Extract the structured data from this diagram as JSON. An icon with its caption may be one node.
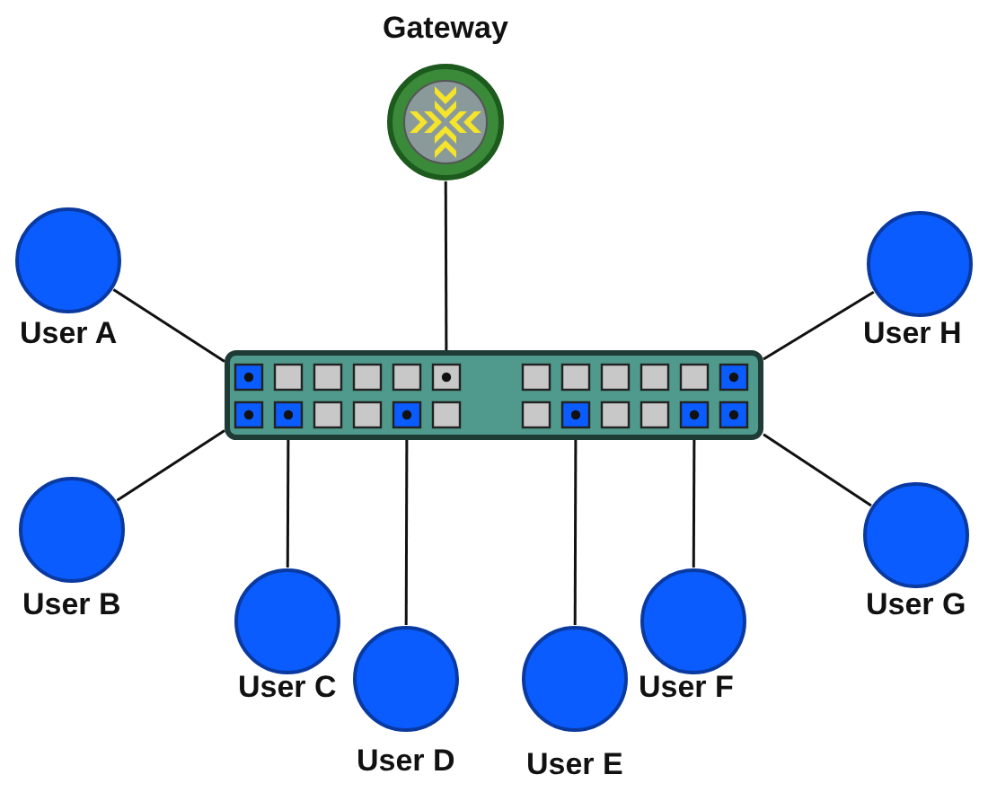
{
  "diagram": {
    "nodes": [
      {
        "text": [
          "Gateway"
        ]
      },
      {
        "text": [],
        "shape": "box"
      },
      {
        "text": [],
        "shape": "circle",
        "beside": [
          "User A"
        ]
      },
      {
        "text": [],
        "shape": "circle",
        "beside": [
          "User B"
        ]
      },
      {
        "text": [],
        "shape": "circle",
        "beside": [
          "User C"
        ]
      },
      {
        "text": [],
        "shape": "circle",
        "beside": [
          "User D"
        ]
      },
      {
        "text": [],
        "shape": "circle",
        "beside": [
          "User E"
        ]
      },
      {
        "text": [],
        "shape": "circle",
        "beside": [
          "User F"
        ]
      },
      {
        "text": [],
        "shape": "circle",
        "beside": [
          "User G"
        ]
      },
      {
        "text": [],
        "shape": "circle",
        "beside": [
          "User H"
        ]
      }
    ],
    "edges": [
      {
        "from": 0,
        "to": 1,
        "arrow": "none"
      },
      {
        "from": 2,
        "to": 1,
        "arrow": "none"
      },
      {
        "from": 3,
        "to": 1,
        "arrow": "none"
      },
      {
        "from": 4,
        "to": 1,
        "arrow": "none"
      },
      {
        "from": 5,
        "to": 1,
        "arrow": "none"
      },
      {
        "from": 6,
        "to": 1,
        "arrow": "none"
      },
      {
        "from": 7,
        "to": 1,
        "arrow": "none"
      },
      {
        "from": 8,
        "to": 1,
        "arrow": "none"
      },
      {
        "from": 9,
        "to": 1,
        "arrow": "none"
      }
    ]
  }
}
